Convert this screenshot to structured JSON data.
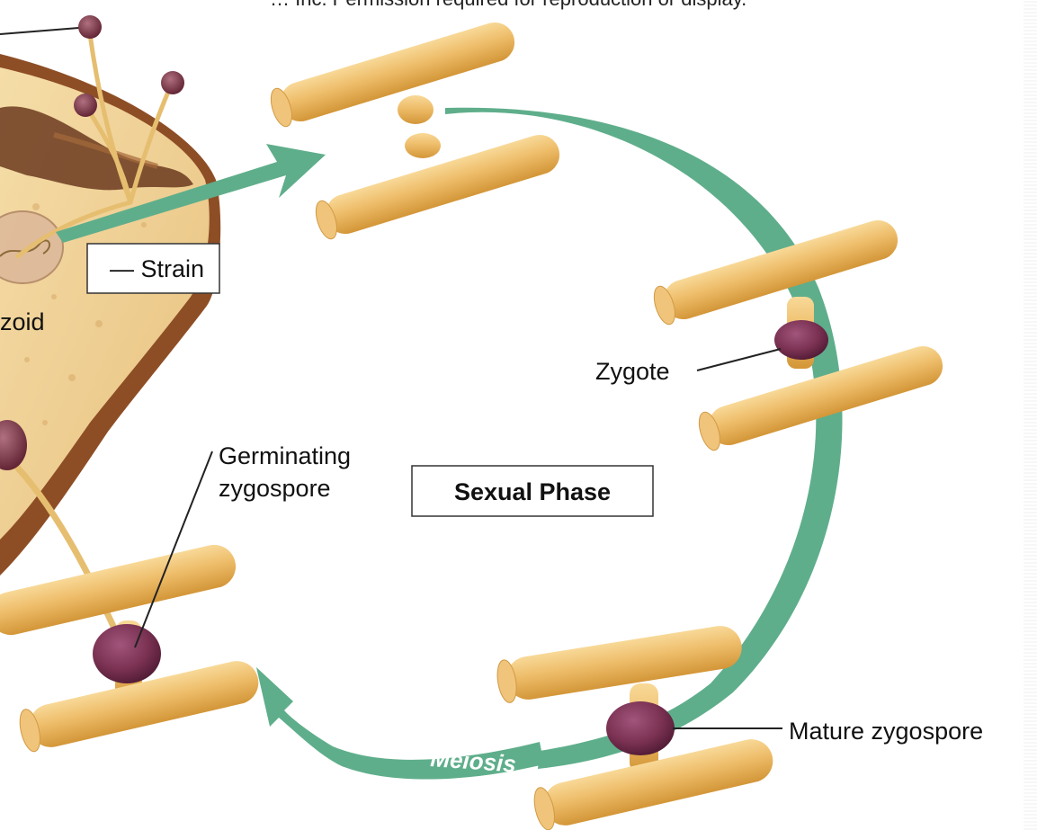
{
  "caption": "… Inc. Permission required for reproduction or display.",
  "labels": {
    "strain": "— Strain",
    "zoid": "zoid",
    "zygote": "Zygote",
    "germinating_line1": "Germinating",
    "germinating_line2": "zygospore",
    "sexual_phase": "Sexual Phase",
    "mature_zygospore": "Mature zygospore",
    "meiosis": "Meiosis"
  },
  "colors": {
    "hypha": "#EEBD6A",
    "hypha_shadow": "#D69A3C",
    "zygospore": "#7A3152",
    "arrow": "#5FAE8B",
    "bread_crust": "#8E4E25",
    "bread_crumb": "#F0D39C"
  }
}
